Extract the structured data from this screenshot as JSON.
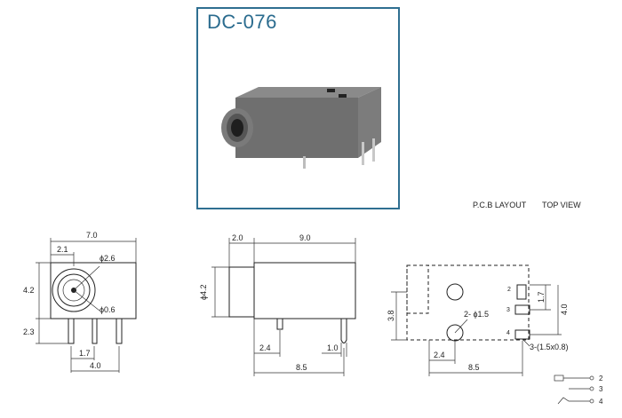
{
  "product": {
    "model": "DC-076"
  },
  "captions": {
    "pcb_layout": "P.C.B LAYOUT",
    "top_view": "TOP VIEW"
  },
  "front_view": {
    "width": "7.0",
    "offset": "2.1",
    "outer_dia": "ϕ2.6",
    "pin_dia": "ϕ0.6",
    "height": "4.2",
    "leg_height": "2.3",
    "pin_spacing_a": "1.7",
    "pin_spacing_b": "4.0"
  },
  "side_view": {
    "barrel": "2.0",
    "body_length": "9.0",
    "barrel_dia": "ϕ4.2",
    "pin_offset": "2.4",
    "pin_width": "1.0",
    "overall": "8.5"
  },
  "pcb_view": {
    "hole_height": "3.8",
    "hole_dia": "2- ϕ1.5",
    "pad_spacing_a": "1.7",
    "pad_spacing_b": "4.0",
    "slot": "3-(1.5x0.8)",
    "offset": "2.4",
    "overall": "8.5",
    "pad_labels": [
      "2",
      "3",
      "4"
    ]
  },
  "schematic": {
    "labels": [
      "2",
      "3",
      "4"
    ]
  }
}
